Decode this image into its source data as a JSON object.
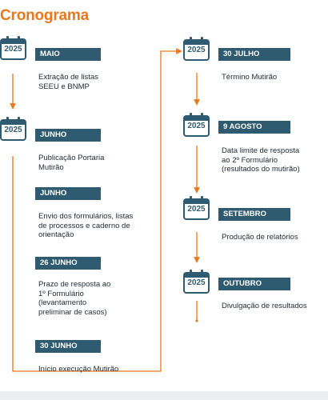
{
  "title": "Cronograma",
  "calendar_year": "2025",
  "accent_color": "#e8781e",
  "badge_color": "#2f5b70",
  "left_column": [
    {
      "label": "MAIO",
      "lines": [
        "Extração de listas",
        "SEEU e BNMP"
      ]
    },
    {
      "label": "JUNHO",
      "lines": [
        "Publicação Portaria",
        "Mutirão"
      ]
    },
    {
      "label": "JUNHO",
      "lines": [
        "Envio dos formulários, listas",
        "de processos e caderno de",
        "orientação"
      ]
    },
    {
      "label": "26 JUNHO",
      "lines": [
        "Prazo de resposta ao",
        "1º Formulário",
        "(levantamento",
        "preliminar de casos)"
      ]
    },
    {
      "label": "30 JUNHO",
      "lines": [
        "Início execução Mutirão"
      ]
    }
  ],
  "right_column": [
    {
      "label": "30 JULHO",
      "lines": [
        "Término Mutirão"
      ]
    },
    {
      "label": "9 AGOSTO",
      "lines": [
        "Data limite de resposta",
        "ao 2º Formulário",
        "(resultados do mutirão)"
      ]
    },
    {
      "label": "SETEMBRO",
      "lines": [
        "Produção de relatórios"
      ]
    },
    {
      "label": "OUTUBRO",
      "lines": [
        "Divulgação de resultados"
      ]
    }
  ]
}
